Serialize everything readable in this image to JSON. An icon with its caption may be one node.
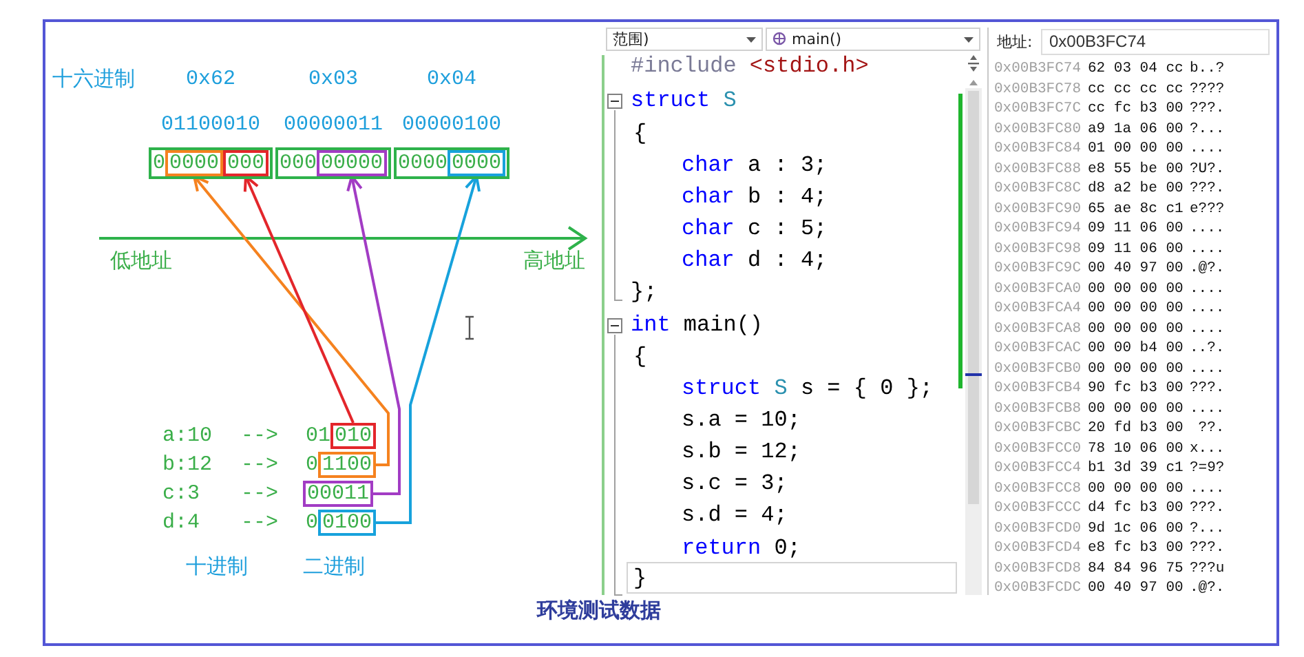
{
  "diagram": {
    "caption": "环境测试数据",
    "nodes": [
      {
        "text": [
          "0"
        ]
      },
      {
        "text": [
          "0000"
        ],
        "in": 0
      },
      {
        "text": [
          "000"
        ],
        "in": 0
      },
      {
        "text": [
          "000"
        ]
      },
      {
        "text": [
          "00000"
        ],
        "in": 3
      },
      {
        "text": [
          "0000"
        ]
      },
      {
        "text": [
          "0000"
        ],
        "in": 5
      },
      {
        "text": [
          "010"
        ],
        "beside": [
          "01"
        ]
      },
      {
        "text": [
          "1100"
        ],
        "beside": [
          "0"
        ]
      },
      {
        "text": [
          "00011"
        ]
      },
      {
        "text": [
          "0100"
        ],
        "beside": [
          "0"
        ]
      }
    ],
    "edges": [
      {
        "from": 8,
        "to": 1,
        "arrow": "to",
        "color": "#f5821f"
      },
      {
        "from": 7,
        "to": 2,
        "arrow": "to",
        "color": "#e3262b"
      },
      {
        "from": 9,
        "to": 4,
        "arrow": "to",
        "color": "#a23cc4"
      },
      {
        "from": 10,
        "to": 6,
        "arrow": "to",
        "color": "#17a2dc"
      }
    ],
    "labels": [
      "十六进制",
      "0x62",
      "0x03",
      "0x04",
      "01100010",
      "00000011",
      "00000100",
      "低地址",
      "高地址",
      "a:10",
      "-->",
      "b:12",
      "-->",
      "c:3",
      "-->",
      "d:4",
      "-->",
      "十进制",
      "二进制",
      "范围)",
      "main()",
      "#include <stdio.h>",
      "struct S",
      "{",
      "char a : 3;",
      "char b : 4;",
      "char c : 5;",
      "char d : 4;",
      "};",
      "int main()",
      "{",
      "struct S s = { 0 };",
      "s.a = 10;",
      "s.b = 12;",
      "s.c = 3;",
      "s.d = 4;",
      "return 0;",
      "}",
      "地址:",
      "0x00B3FC74",
      "0x00B3FC74",
      "62 03 04 cc",
      "b..?",
      "0x00B3FC78",
      "cc cc cc cc",
      "????",
      "0x00B3FC7C",
      "cc fc b3 00",
      "???.",
      "0x00B3FC80",
      "a9 1a 06 00",
      "?...",
      "0x00B3FC84",
      "01 00 00 00",
      "....",
      "0x00B3FC88",
      "e8 55 be 00",
      "?U?.",
      "0x00B3FC8C",
      "d8 a2 be 00",
      "???.",
      "0x00B3FC90",
      "65 ae 8c c1",
      "e???",
      "0x00B3FC94",
      "09 11 06 00",
      "....",
      "0x00B3FC98",
      "09 11 06 00",
      "....",
      "0x00B3FC9C",
      "00 40 97 00",
      ".@?.",
      "0x00B3FCA0",
      "00 00 00 00",
      "....",
      "0x00B3FCA4",
      "00 00 00 00",
      "....",
      "0x00B3FCA8",
      "00 00 00 00",
      "....",
      "0x00B3FCAC",
      "00 00 b4 00",
      "..?.",
      "0x00B3FCB0",
      "00 00 00 00",
      "....",
      "0x00B3FCB4",
      "90 fc b3 00",
      "???.",
      "0x00B3FCB8",
      "00 00 00 00",
      "....",
      "0x00B3FCBC",
      "20 fd b3 00",
      " ??.",
      "0x00B3FCC0",
      "78 10 06 00",
      "x...",
      "0x00B3FCC4",
      "b1 3d 39 c1",
      "?=9?",
      "0x00B3FCC8",
      "00 00 00 00",
      "....",
      "0x00B3FCCC",
      "d4 fc b3 00",
      "???.",
      "0x00B3FCD0",
      "9d 1c 06 00",
      "?...",
      "0x00B3FCD4",
      "e8 fc b3 00",
      "???.",
      "0x00B3FCD8",
      "84 84 96 75",
      "???u",
      "0x00B3FCDC",
      "00 40 97 00",
      ".@?."
    ]
  }
}
